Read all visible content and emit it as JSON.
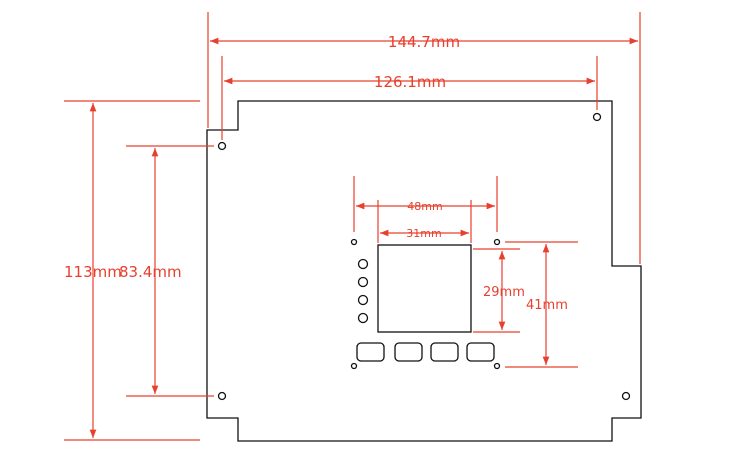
{
  "dimensions": {
    "outer_width": "144.7mm",
    "hole_width": "126.1mm",
    "outer_height": "113mm",
    "hole_height": "83.4mm",
    "window_outer_width": "48mm",
    "window_inner_width": "31mm",
    "window_inner_height": "29mm",
    "window_outer_height": "41mm"
  },
  "colors": {
    "dimension": "#e8402f",
    "outline": "#111111",
    "background": "#ffffff"
  }
}
